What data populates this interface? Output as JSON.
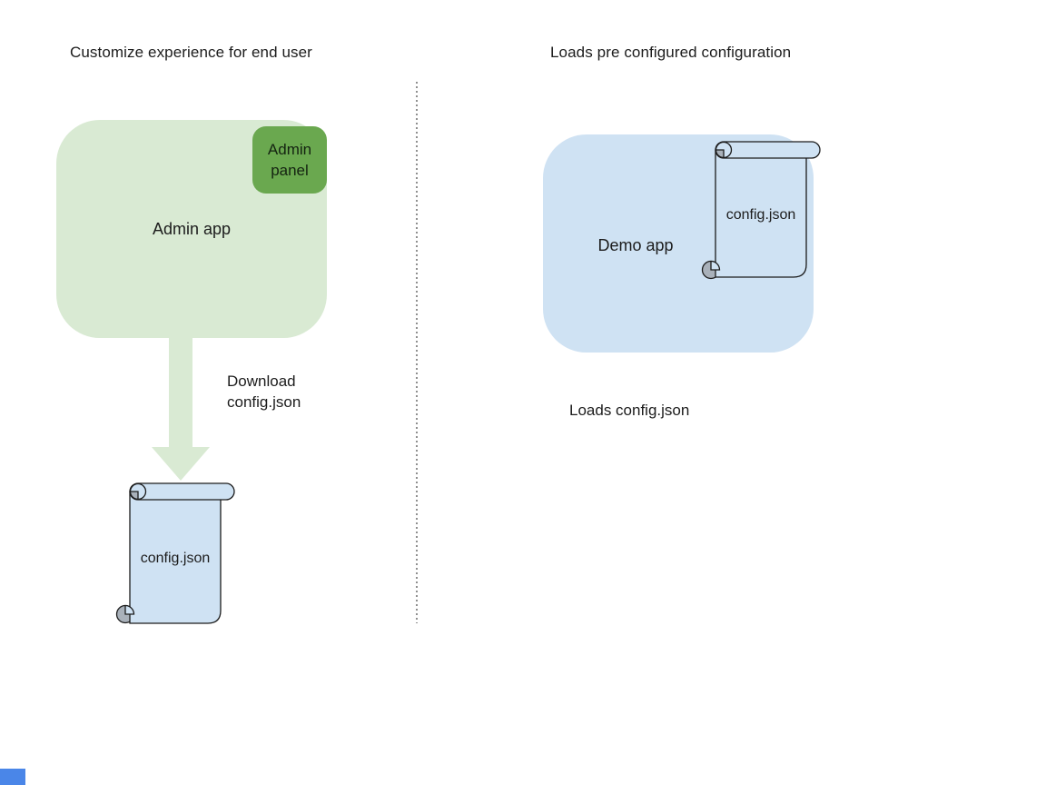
{
  "left_panel": {
    "title": "Customize experience for end user",
    "admin_app": {
      "label": "Admin app",
      "fill": "#d9ead3"
    },
    "admin_panel_badge": {
      "label": "Admin panel",
      "fill": "#6aa84f"
    },
    "arrow": {
      "direction": "down",
      "fill": "#d9ead3"
    },
    "download_label": "Download config.json",
    "config_file": {
      "label": "config.json",
      "fill": "#cfe2f3",
      "curl_color": "#a9b1ba"
    }
  },
  "right_panel": {
    "title": "Loads pre configured configuration",
    "demo_app": {
      "label": "Demo app",
      "fill": "#cfe2f3"
    },
    "config_file": {
      "label": "config.json",
      "fill": "#cfe2f3",
      "curl_color": "#a9b1ba"
    },
    "caption": "Loads config.json"
  },
  "divider": {
    "style": "dotted",
    "color": "#8f8f8f"
  },
  "misc": {
    "corner_shape_color": "#4a86e8"
  }
}
